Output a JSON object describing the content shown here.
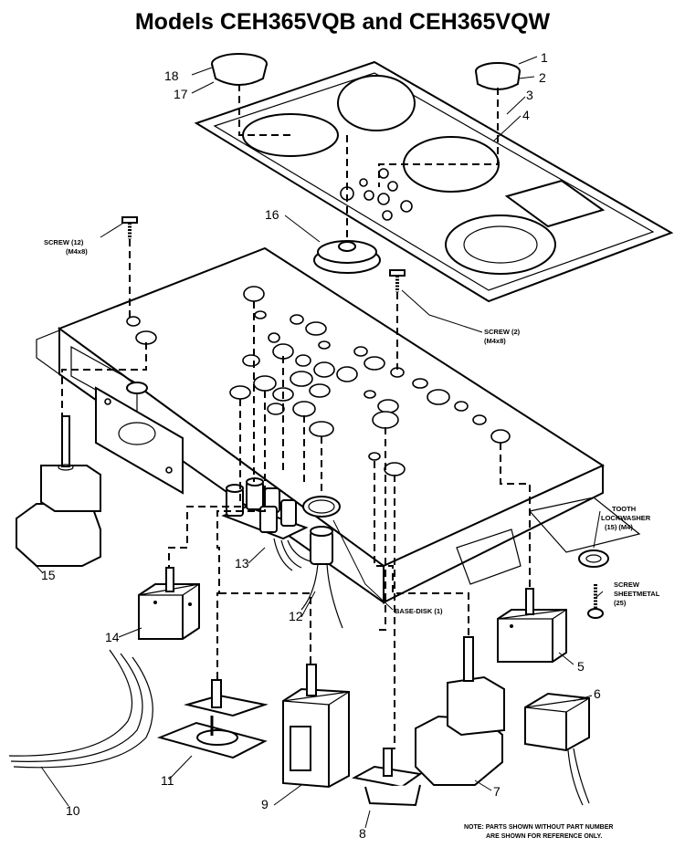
{
  "title": "Models CEH365VQB and CEH365VQW",
  "callouts": {
    "c1": "1",
    "c2": "2",
    "c3": "3",
    "c4": "4",
    "c5": "5",
    "c6": "6",
    "c7": "7",
    "c8": "8",
    "c9": "9",
    "c10": "10",
    "c11": "11",
    "c12": "12",
    "c13": "13",
    "c14": "14",
    "c15": "15",
    "c16": "16",
    "c17": "17",
    "c18": "18"
  },
  "labels": {
    "screw_12_line1": "SCREW (12)",
    "screw_12_line2": "(M4x8)",
    "screw_2_line1": "SCREW (2)",
    "screw_2_line2": "(M4x8)",
    "tooth_line1": "TOOTH",
    "tooth_line2": "LOCKWASHER",
    "tooth_line3": "(15) (M4)",
    "screw_sheet_line1": "SCREW",
    "screw_sheet_line2": "SHEETMETAL",
    "screw_sheet_line3": "(25)",
    "base_disk": "BASE-DISK (1)"
  },
  "note": {
    "line1": "NOTE: PARTS SHOWN WITHOUT PART NUMBER",
    "line2": "ARE SHOWN FOR REFERENCE ONLY."
  }
}
